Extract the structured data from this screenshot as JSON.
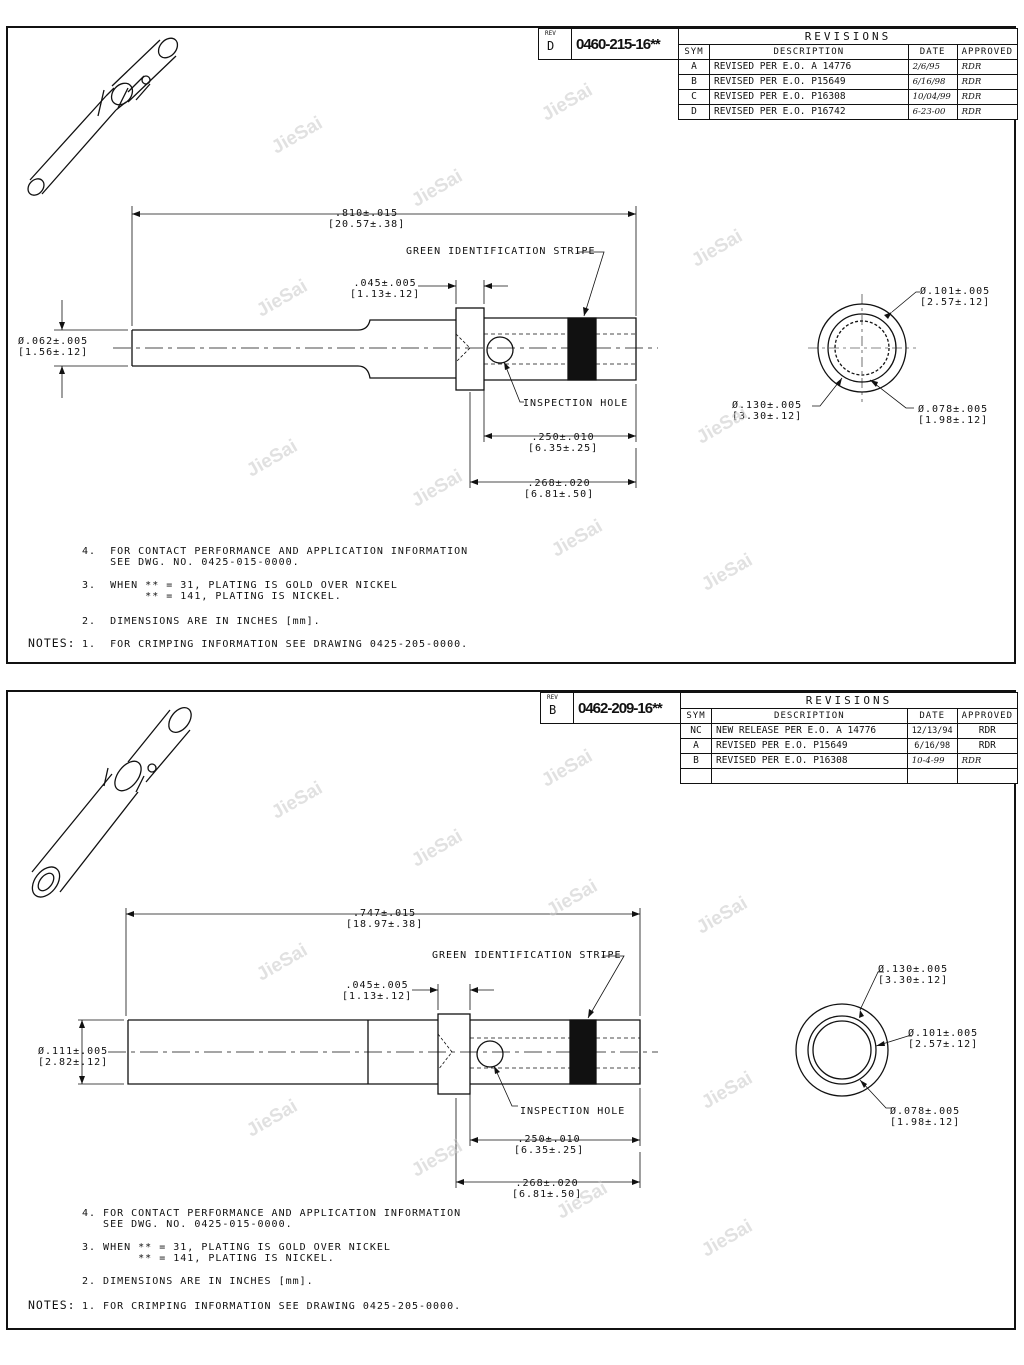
{
  "drawing1": {
    "rev_label": "REV",
    "rev_letter": "D",
    "part_number": "0460-215-16**",
    "revisions": {
      "title": "REVISIONS",
      "headers": [
        "SYM",
        "DESCRIPTION",
        "DATE",
        "APPROVED"
      ],
      "rows": [
        {
          "sym": "A",
          "description": "REVISED PER E.O. A 14776",
          "date": "2/6/95",
          "approved": "RDR"
        },
        {
          "sym": "B",
          "description": "REVISED PER E.O. P15649",
          "date": "6/16/98",
          "approved": "RDR"
        },
        {
          "sym": "C",
          "description": "REVISED PER E.O. P16308",
          "date": "10/04/99",
          "approved": "RDR"
        },
        {
          "sym": "D",
          "description": "REVISED PER E.O. P16742",
          "date": "6-23-00",
          "approved": "RDR"
        }
      ]
    },
    "dims": {
      "overall": ".810±.015\n[20.57±.38]",
      "collar": ".045±.005\n[1.13±.12]",
      "diameter": "Ø.062±.005\n[1.56±.12]",
      "stripe": "GREEN IDENTIFICATION STRIPE",
      "inspection": "INSPECTION HOLE",
      "barrel": ".250±.010\n[6.35±.25]",
      "barrel_total": ".268±.020\n[6.81±.50]",
      "end_outer": "Ø.130±.005\n[3.30±.12]",
      "end_mid": "Ø.101±.005\n[2.57±.12]",
      "end_inner": "Ø.078±.005\n[1.98±.12]"
    },
    "notes_head": "NOTES:",
    "notes": [
      "4.  FOR CONTACT PERFORMANCE AND APPLICATION INFORMATION\n    SEE DWG. NO. 0425-015-0000.",
      "3.  WHEN ** = 31, PLATING IS GOLD OVER NICKEL\n         ** = 141, PLATING IS NICKEL.",
      "2.  DIMENSIONS ARE IN INCHES [mm].",
      "1.  FOR CRIMPING INFORMATION SEE DRAWING 0425-205-0000."
    ]
  },
  "drawing2": {
    "rev_label": "REV",
    "rev_letter": "B",
    "part_number": "0462-209-16**",
    "revisions": {
      "title": "REVISIONS",
      "headers": [
        "SYM",
        "DESCRIPTION",
        "DATE",
        "APPROVED"
      ],
      "rows": [
        {
          "sym": "NC",
          "description": "NEW RELEASE PER E.O. A 14776",
          "date": "12/13/94",
          "approved": "RDR"
        },
        {
          "sym": "A",
          "description": "REVISED PER E.O. P15649",
          "date": "6/16/98",
          "approved": "RDR"
        },
        {
          "sym": "B",
          "description": "REVISED PER E.O. P16308",
          "date": "10-4-99",
          "approved": "RDR"
        }
      ]
    },
    "dims": {
      "overall": ".747±.015\n[18.97±.38]",
      "collar": ".045±.005\n[1.13±.12]",
      "diameter": "Ø.111±.005\n[2.82±.12]",
      "stripe": "GREEN IDENTIFICATION STRIPE",
      "inspection": "INSPECTION HOLE",
      "barrel": ".250±.010\n[6.35±.25]",
      "barrel_total": ".268±.020\n[6.81±.50]",
      "end_outer": "Ø.130±.005\n[3.30±.12]",
      "end_mid": "Ø.101±.005\n[2.57±.12]",
      "end_inner": "Ø.078±.005\n[1.98±.12]"
    },
    "notes_head": "NOTES:",
    "notes": [
      "4. FOR CONTACT PERFORMANCE AND APPLICATION INFORMATION\n   SEE DWG. NO. 0425-015-0000.",
      "3. WHEN ** = 31, PLATING IS GOLD OVER NICKEL\n        ** = 141, PLATING IS NICKEL.",
      "2. DIMENSIONS ARE IN INCHES [mm].",
      "1. FOR CRIMPING INFORMATION SEE DRAWING 0425-205-0000."
    ]
  },
  "watermark": "JieSai"
}
